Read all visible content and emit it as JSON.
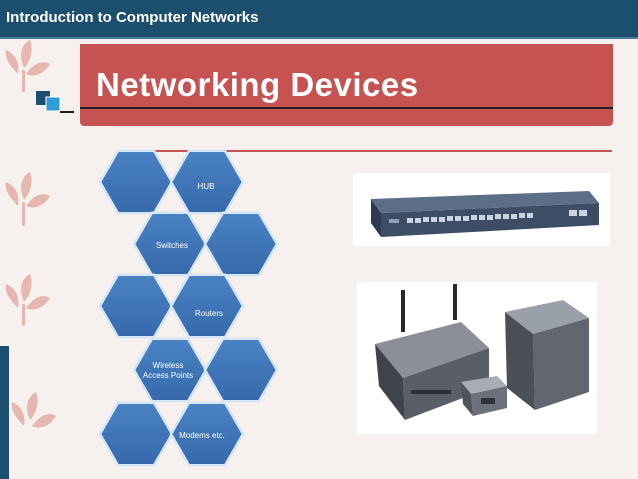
{
  "header": {
    "title": "Introduction to Computer Networks"
  },
  "slide": {
    "title": "Networking Devices"
  },
  "hexagons": [
    {
      "label": "",
      "filled": true
    },
    {
      "label": "HUB",
      "filled": true
    },
    {
      "label": "Switches",
      "filled": true
    },
    {
      "label": "",
      "filled": true
    },
    {
      "label": "",
      "filled": true
    },
    {
      "label": "Routers",
      "filled": true
    },
    {
      "label": "Wireless Access Points",
      "filled": true
    },
    {
      "label": "",
      "filled": true
    },
    {
      "label": "",
      "filled": true
    },
    {
      "label": "Modems etc.",
      "filled": true
    }
  ],
  "colors": {
    "header": "#1c4f6e",
    "title_box": "#c65252",
    "hex_fill": "#3e76b8",
    "hex_stroke": "#d7e6f4",
    "deco": "#e6b7ae"
  },
  "images": [
    {
      "icon": "network-switch-photo"
    },
    {
      "icon": "wireless-access-point-photo"
    }
  ]
}
